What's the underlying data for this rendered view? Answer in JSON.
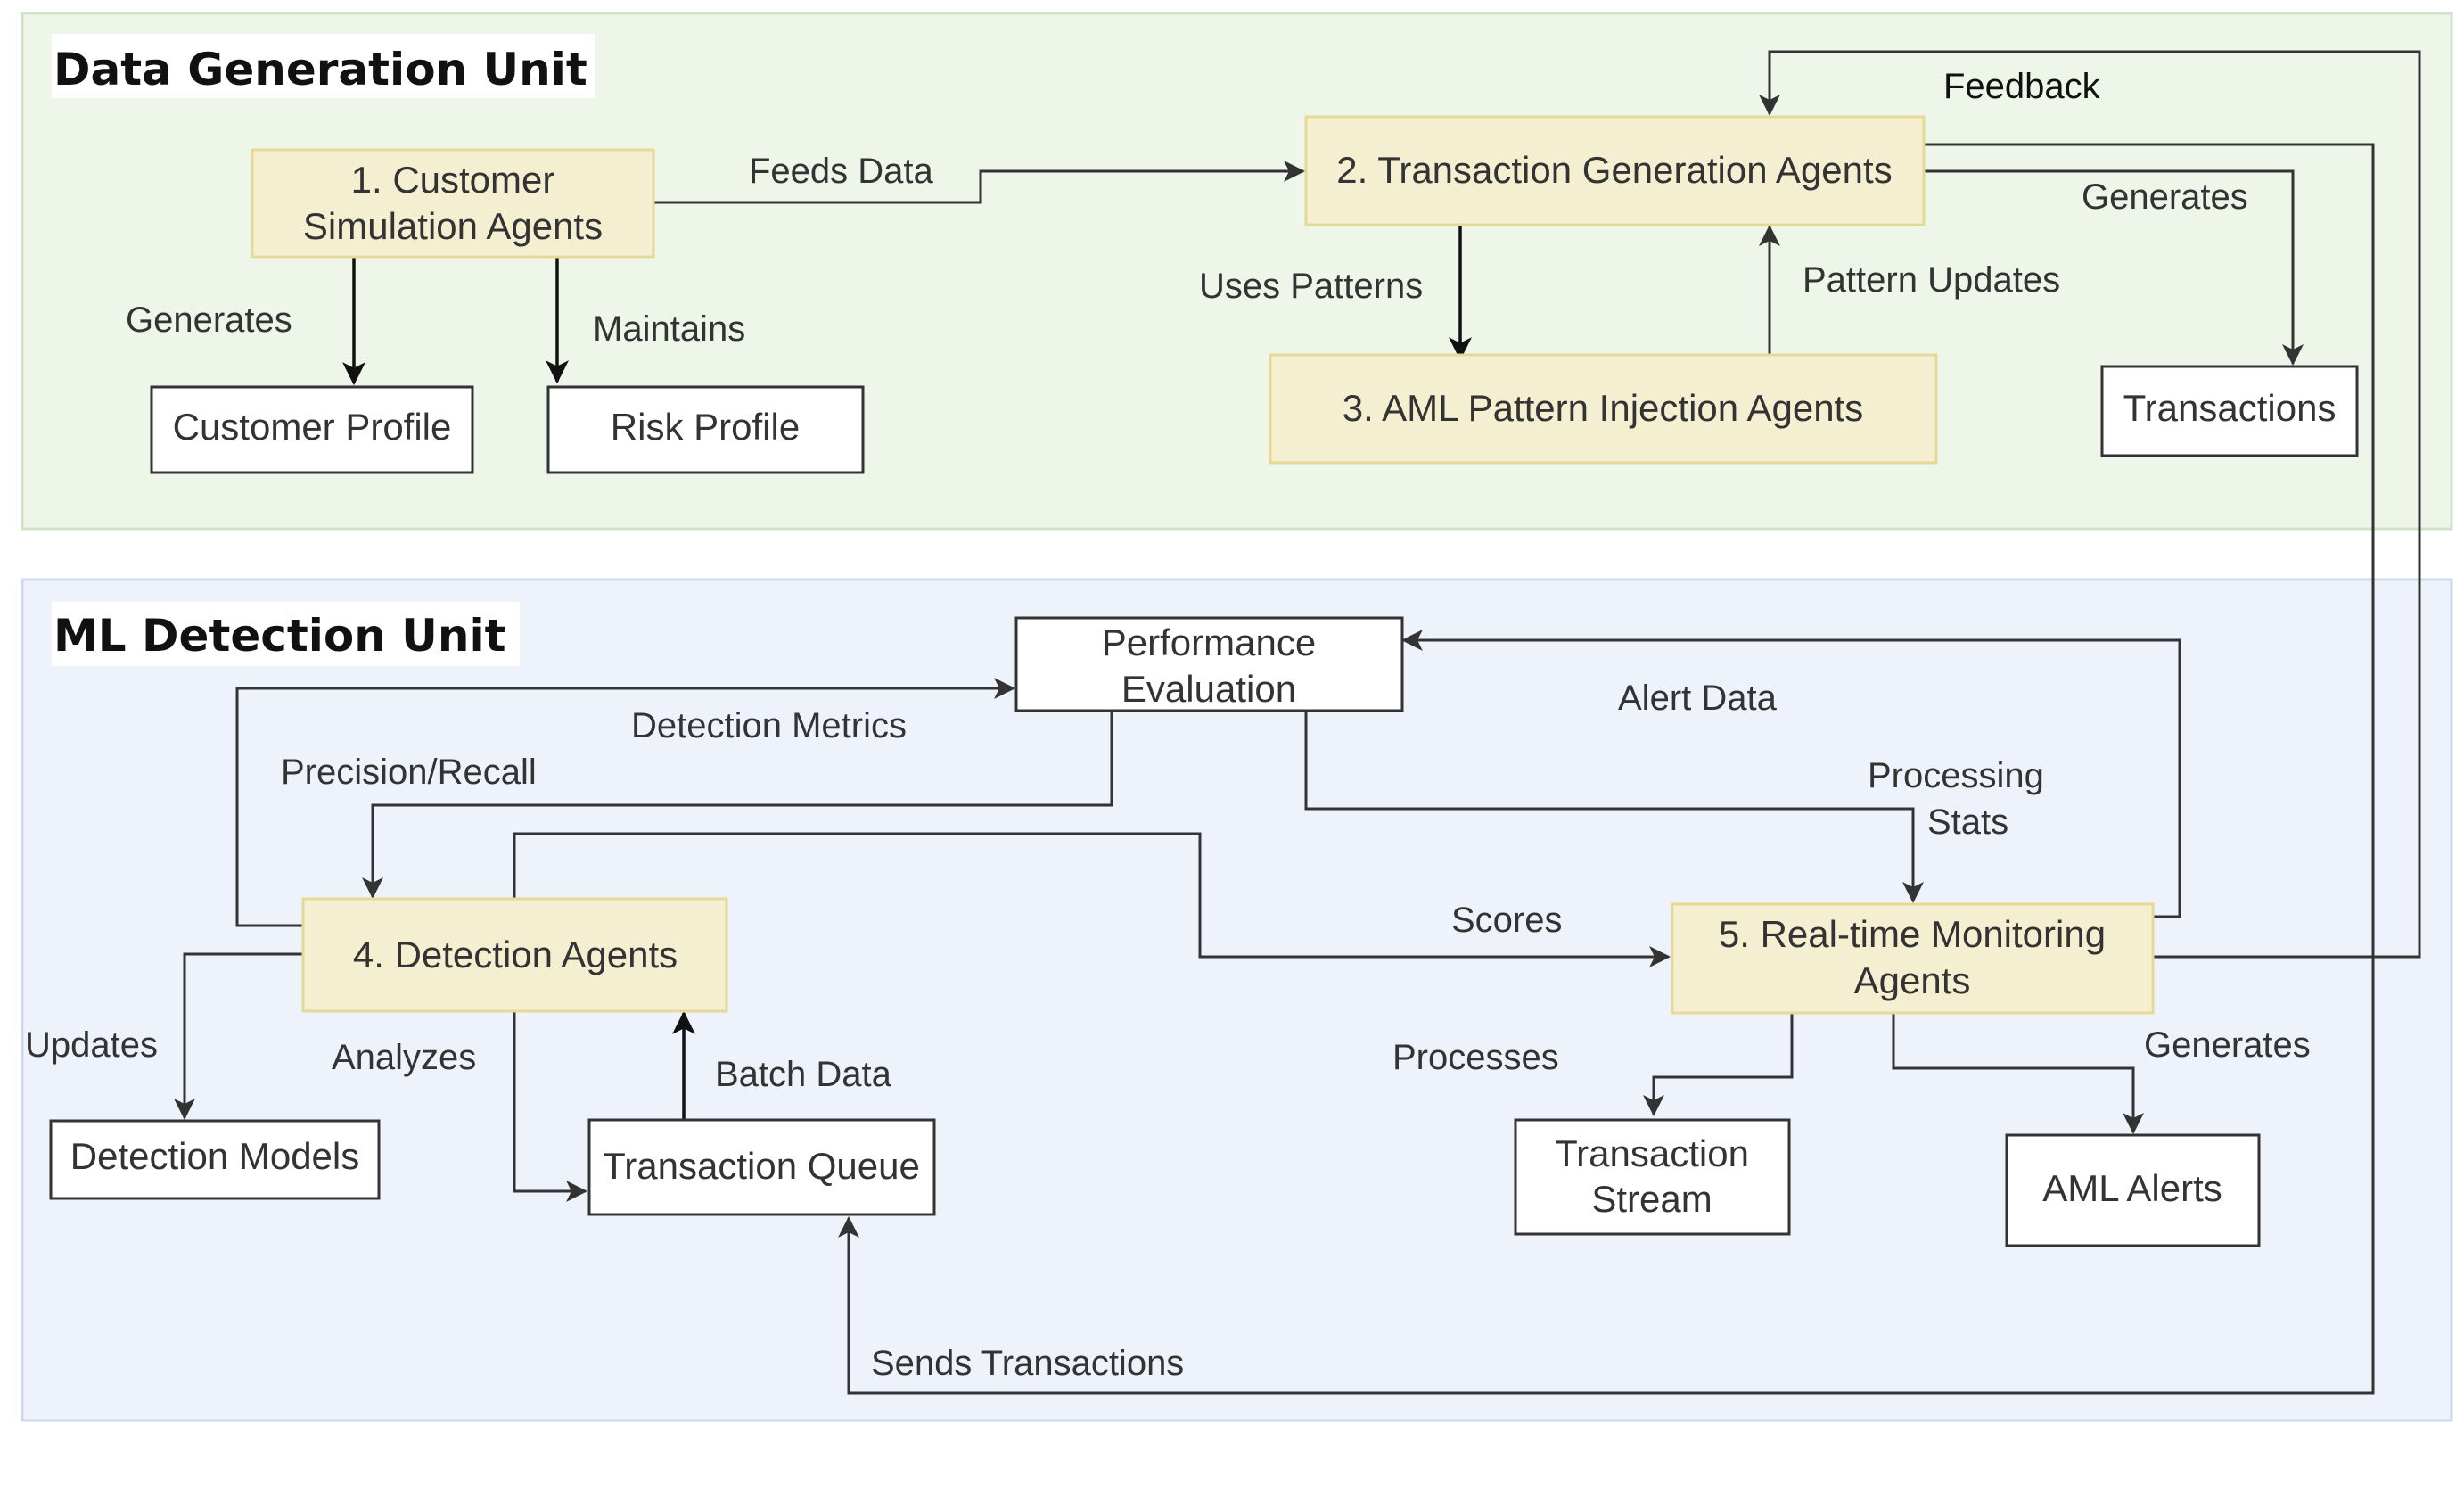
{
  "colors": {
    "gen_unit_fill": "#eef6ea",
    "gen_unit_stroke": "#cfe3c6",
    "det_unit_fill": "#eef3fb",
    "det_unit_stroke": "#cdd8ef",
    "agent_fill": "#f5efd2",
    "agent_stroke": "#e6d996",
    "plain_fill": "#ffffff",
    "plain_stroke": "#333333"
  },
  "units": {
    "generation": {
      "title": "Data Generation Unit"
    },
    "detection": {
      "title": "ML Detection Unit"
    }
  },
  "nodes": {
    "customer_sim": {
      "line1": "1. Customer",
      "line2": "Simulation Agents"
    },
    "customer_profile": {
      "label": "Customer Profile"
    },
    "risk_profile": {
      "label": "Risk Profile"
    },
    "txn_gen": {
      "label": "2. Transaction Generation Agents"
    },
    "aml_pattern": {
      "label": "3. AML Pattern Injection Agents"
    },
    "transactions": {
      "label": "Transactions"
    },
    "perf_eval": {
      "line1": "Performance",
      "line2": "Evaluation"
    },
    "detection_agents": {
      "label": "4. Detection Agents"
    },
    "detection_models": {
      "label": "Detection Models"
    },
    "txn_queue": {
      "label": "Transaction Queue"
    },
    "monitoring": {
      "line1": "5. Real-time Monitoring",
      "line2": "Agents"
    },
    "txn_stream": {
      "line1": "Transaction",
      "line2": "Stream"
    },
    "aml_alerts": {
      "label": "AML Alerts"
    }
  },
  "edges": {
    "feeds_data": "Feeds Data",
    "generates_profile": "Generates",
    "maintains": "Maintains",
    "feedback": "Feedback",
    "generates_txn": "Generates",
    "uses_patterns": "Uses Patterns",
    "pattern_updates": "Pattern Updates",
    "detection_metrics": "Detection Metrics",
    "precision_recall": "Precision/Recall",
    "alert_data": "Alert Data",
    "processing_stats_1": "Processing",
    "processing_stats_2": "Stats",
    "scores": "Scores",
    "updates": "Updates",
    "analyzes": "Analyzes",
    "batch_data": "Batch Data",
    "processes": "Processes",
    "generates_alerts": "Generates",
    "sends_transactions": "Sends Transactions"
  }
}
